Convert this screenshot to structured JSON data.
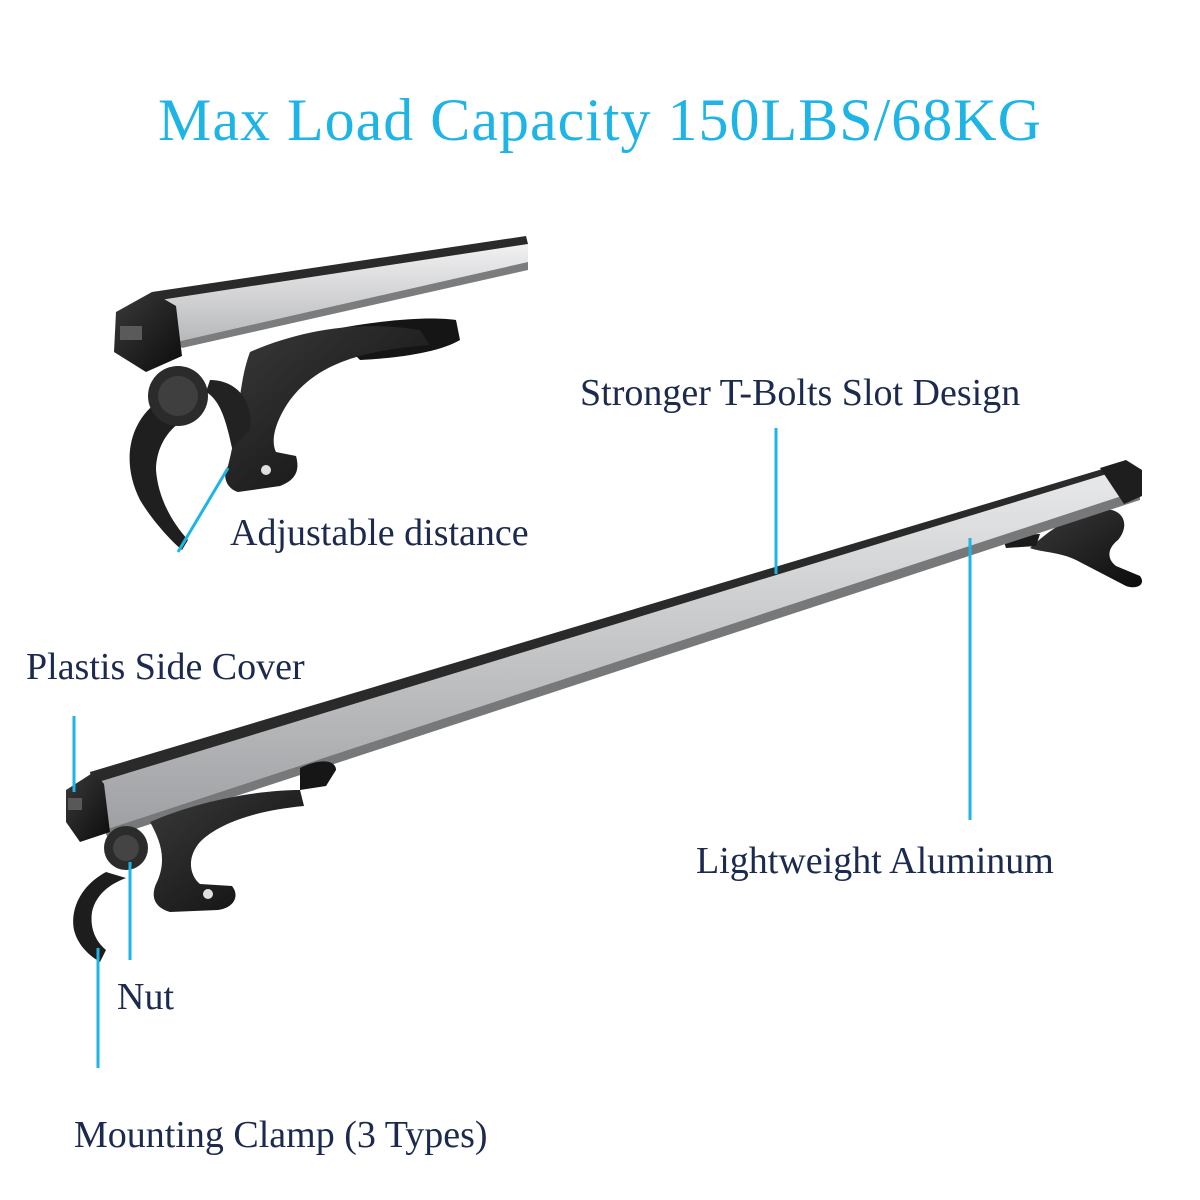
{
  "headline": "Max Load Capacity 150LBS/68KG",
  "callouts": {
    "tbolt": "Stronger T-Bolts Slot Design",
    "adjustable": "Adjustable distance",
    "side_cover": "Plastis Side Cover",
    "aluminum": "Lightweight Aluminum",
    "nut": "Nut",
    "clamp": "Mounting Clamp (3 Types)"
  },
  "colors": {
    "headline": "#1fb4e6",
    "label_text": "#1b2a4e",
    "leader_line": "#1fb4e6",
    "bar_aluminum": "#c9cacc",
    "plastic": "#1a1a1a"
  }
}
